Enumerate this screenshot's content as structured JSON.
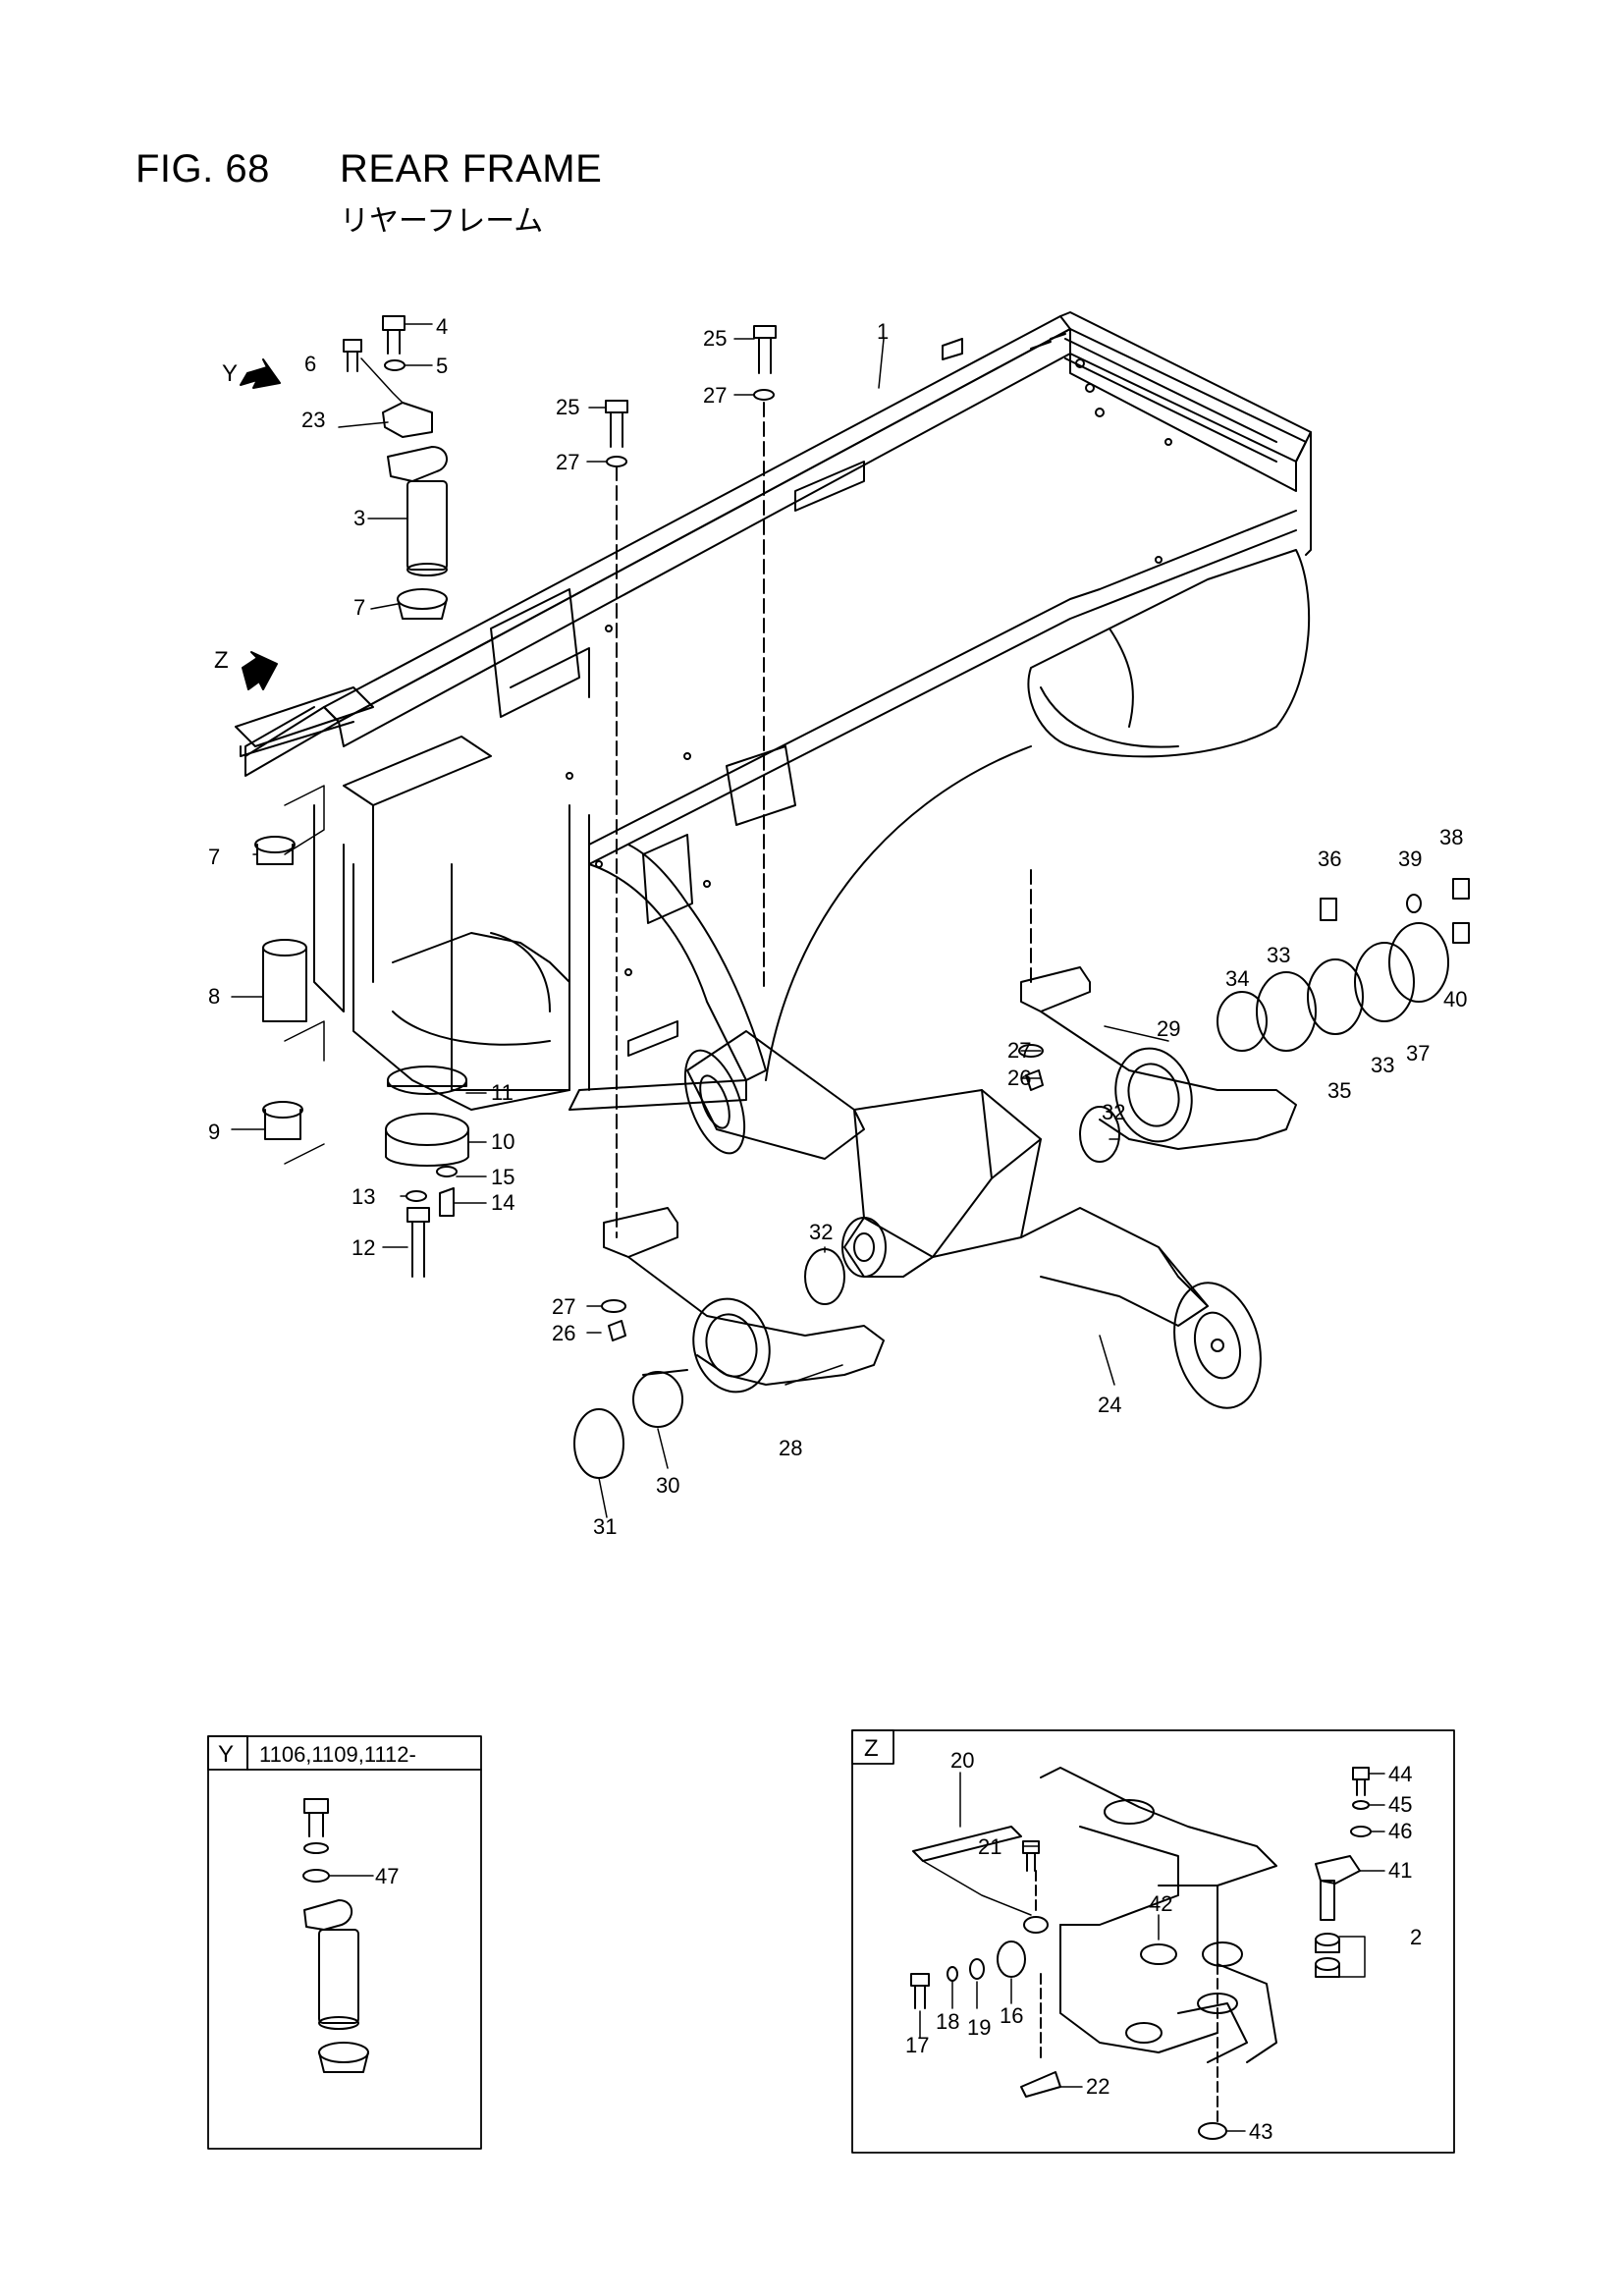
{
  "figure": {
    "number": "FIG. 68",
    "title": "REAR FRAME",
    "title_jp": "リヤーフレーム"
  },
  "view_markers": {
    "y": "Y",
    "z": "Z"
  },
  "main_labels": [
    {
      "id": "1",
      "text": "1"
    },
    {
      "id": "3",
      "text": "3"
    },
    {
      "id": "4",
      "text": "4"
    },
    {
      "id": "5",
      "text": "5"
    },
    {
      "id": "6",
      "text": "6"
    },
    {
      "id": "7a",
      "text": "7"
    },
    {
      "id": "7b",
      "text": "7"
    },
    {
      "id": "8",
      "text": "8"
    },
    {
      "id": "9",
      "text": "9"
    },
    {
      "id": "10",
      "text": "10"
    },
    {
      "id": "11",
      "text": "11"
    },
    {
      "id": "12",
      "text": "12"
    },
    {
      "id": "13",
      "text": "13"
    },
    {
      "id": "14",
      "text": "14"
    },
    {
      "id": "15",
      "text": "15"
    },
    {
      "id": "23",
      "text": "23"
    },
    {
      "id": "24",
      "text": "24"
    },
    {
      "id": "25a",
      "text": "25"
    },
    {
      "id": "25b",
      "text": "25"
    },
    {
      "id": "26a",
      "text": "26"
    },
    {
      "id": "26b",
      "text": "26"
    },
    {
      "id": "27a",
      "text": "27"
    },
    {
      "id": "27b",
      "text": "27"
    },
    {
      "id": "27c",
      "text": "27"
    },
    {
      "id": "27d",
      "text": "27"
    },
    {
      "id": "28",
      "text": "28"
    },
    {
      "id": "29",
      "text": "29"
    },
    {
      "id": "30",
      "text": "30"
    },
    {
      "id": "31",
      "text": "31"
    },
    {
      "id": "32a",
      "text": "32"
    },
    {
      "id": "32b",
      "text": "32"
    },
    {
      "id": "33a",
      "text": "33"
    },
    {
      "id": "33b",
      "text": "33"
    },
    {
      "id": "34",
      "text": "34"
    },
    {
      "id": "35",
      "text": "35"
    },
    {
      "id": "36",
      "text": "36"
    },
    {
      "id": "37",
      "text": "37"
    },
    {
      "id": "38",
      "text": "38"
    },
    {
      "id": "39",
      "text": "39"
    },
    {
      "id": "40",
      "text": "40"
    }
  ],
  "inset_y": {
    "marker": "Y",
    "serials": "1106,1109,1112-",
    "labels": [
      {
        "id": "47",
        "text": "47"
      }
    ]
  },
  "inset_z": {
    "marker": "Z",
    "labels": [
      {
        "id": "2",
        "text": "2"
      },
      {
        "id": "16",
        "text": "16"
      },
      {
        "id": "17",
        "text": "17"
      },
      {
        "id": "18",
        "text": "18"
      },
      {
        "id": "19",
        "text": "19"
      },
      {
        "id": "20",
        "text": "20"
      },
      {
        "id": "21",
        "text": "21"
      },
      {
        "id": "22",
        "text": "22"
      },
      {
        "id": "41",
        "text": "41"
      },
      {
        "id": "42",
        "text": "42"
      },
      {
        "id": "43",
        "text": "43"
      },
      {
        "id": "44",
        "text": "44"
      },
      {
        "id": "45",
        "text": "45"
      },
      {
        "id": "46",
        "text": "46"
      }
    ]
  }
}
